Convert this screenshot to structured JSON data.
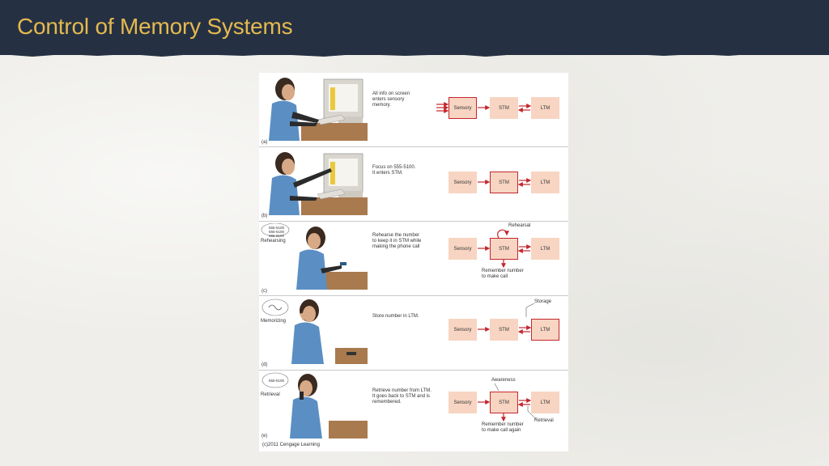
{
  "slide": {
    "title": "Control of Memory Systems"
  },
  "figure": {
    "copyright": "(c)2011 Cengage Learning",
    "boxes": {
      "sensory": "Sensory",
      "stm": "STM",
      "ltm": "LTM"
    },
    "panels": [
      {
        "letter": "(a)",
        "description": "All info on screen\nenters sensory\nmemory.",
        "bubble_label": "",
        "bubble_text": "",
        "highlight": "sensory",
        "annotations": []
      },
      {
        "letter": "(b)",
        "description": "Focus on 555-5100.\nIt enters STM.",
        "bubble_label": "",
        "bubble_text": "",
        "highlight": "stm",
        "annotations": []
      },
      {
        "letter": "(c)",
        "description": "Rehearse the number\nto keep it in STM while\nmaking the phone call",
        "bubble_label": "Rehearsing",
        "bubble_text": "555-5100\n555-5100\n555-5100",
        "highlight": "stm",
        "annotations": [
          "Rehearsal",
          "Remember number\nto make call"
        ]
      },
      {
        "letter": "(d)",
        "description": "Store number in LTM.",
        "bubble_label": "Memorizing",
        "bubble_text": "",
        "highlight": "ltm",
        "annotations": [
          "Storage"
        ]
      },
      {
        "letter": "(e)",
        "description": "Retrieve number from LTM.\nIt goes back to STM and is\nremembered.",
        "bubble_label": "Retrieval",
        "bubble_text": "555-5100",
        "highlight": "stm",
        "annotations": [
          "Awareness",
          "Retrieval",
          "Remember number\nto make call again"
        ]
      }
    ]
  },
  "colors": {
    "title_bar": "#253142",
    "title_text": "#e5b94f",
    "box_fill": "#f7d5c2",
    "arrow": "#c3262d"
  }
}
